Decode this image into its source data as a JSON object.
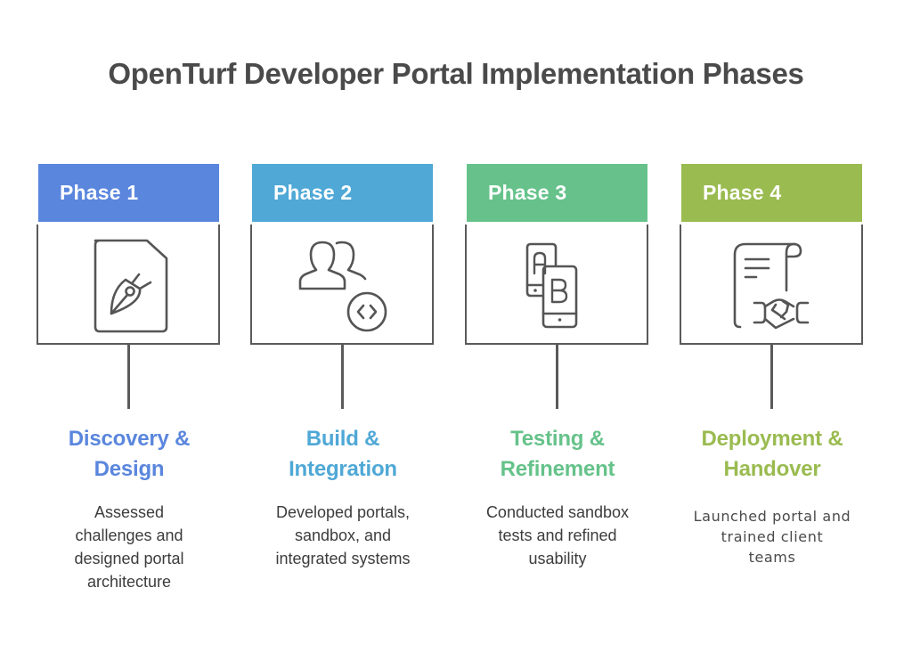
{
  "title": "OpenTurf Developer Portal Implementation Phases",
  "phases": [
    {
      "label": "Phase 1",
      "color": "#5A86DD",
      "icon": "document-pen-icon",
      "name_line1": "Discovery &",
      "name_line2": "Design",
      "description_lines": [
        "Assessed",
        "challenges and",
        "designed portal",
        "architecture"
      ]
    },
    {
      "label": "Phase 2",
      "color": "#4FA8D6",
      "icon": "users-code-icon",
      "name_line1": "Build &",
      "name_line2": "Integration",
      "description_lines": [
        "Developed portals,",
        "sandbox, and",
        "integrated systems"
      ]
    },
    {
      "label": "Phase 3",
      "color": "#66C28A",
      "icon": "ab-test-phones-icon",
      "name_line1": "Testing &",
      "name_line2": "Refinement",
      "description_lines": [
        "Conducted sandbox",
        "tests and refined",
        "usability"
      ]
    },
    {
      "label": "Phase 4",
      "color": "#9ABB50",
      "icon": "contract-handshake-icon",
      "name_line1": "Deployment &",
      "name_line2": "Handover",
      "description_lines": [
        "Launched portal and",
        "trained client",
        "teams"
      ]
    }
  ]
}
